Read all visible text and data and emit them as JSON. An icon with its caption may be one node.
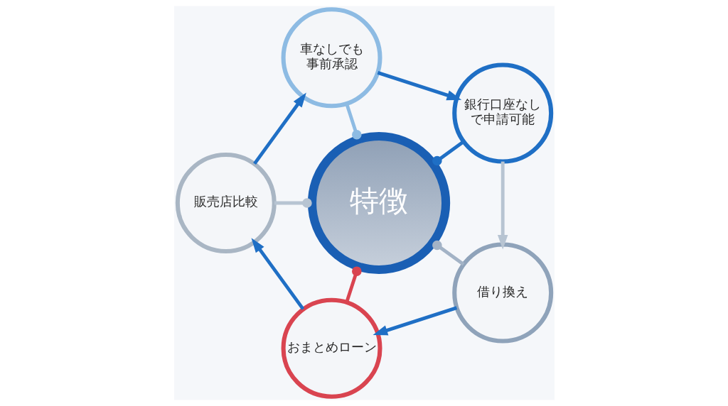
{
  "diagram": {
    "nodes": [
      {
        "text": [
          "車なしでも事前承認"
        ]
      },
      {
        "text": [
          "販売店比較"
        ]
      },
      {
        "text": [
          "特徴"
        ]
      },
      {
        "text": [
          "銀行口座なしで申請可能"
        ]
      },
      {
        "text": [
          "おまとめローン"
        ]
      },
      {
        "text": [
          "借り換え"
        ]
      }
    ],
    "edges": [
      {
        "from": 0,
        "to": 2,
        "arrow": "other",
        "color": "#8dbbe3"
      },
      {
        "from": 1,
        "to": 2,
        "arrow": "other",
        "color": "#b7c4d2"
      },
      {
        "from": 3,
        "to": 2,
        "arrow": "other"
      },
      {
        "from": 4,
        "to": 2,
        "arrow": "other",
        "color": "#d94450"
      },
      {
        "from": 5,
        "to": 2,
        "arrow": "other",
        "color": "#a3b3c6"
      },
      {
        "from": 0,
        "to": 3,
        "arrow": "to"
      },
      {
        "from": 3,
        "to": 5,
        "arrow": "to",
        "color": "#b7c4d2"
      },
      {
        "from": 5,
        "to": 4,
        "arrow": "to"
      },
      {
        "from": 4,
        "to": 1,
        "arrow": "to"
      },
      {
        "from": 1,
        "to": 0,
        "arrow": "to"
      }
    ]
  }
}
